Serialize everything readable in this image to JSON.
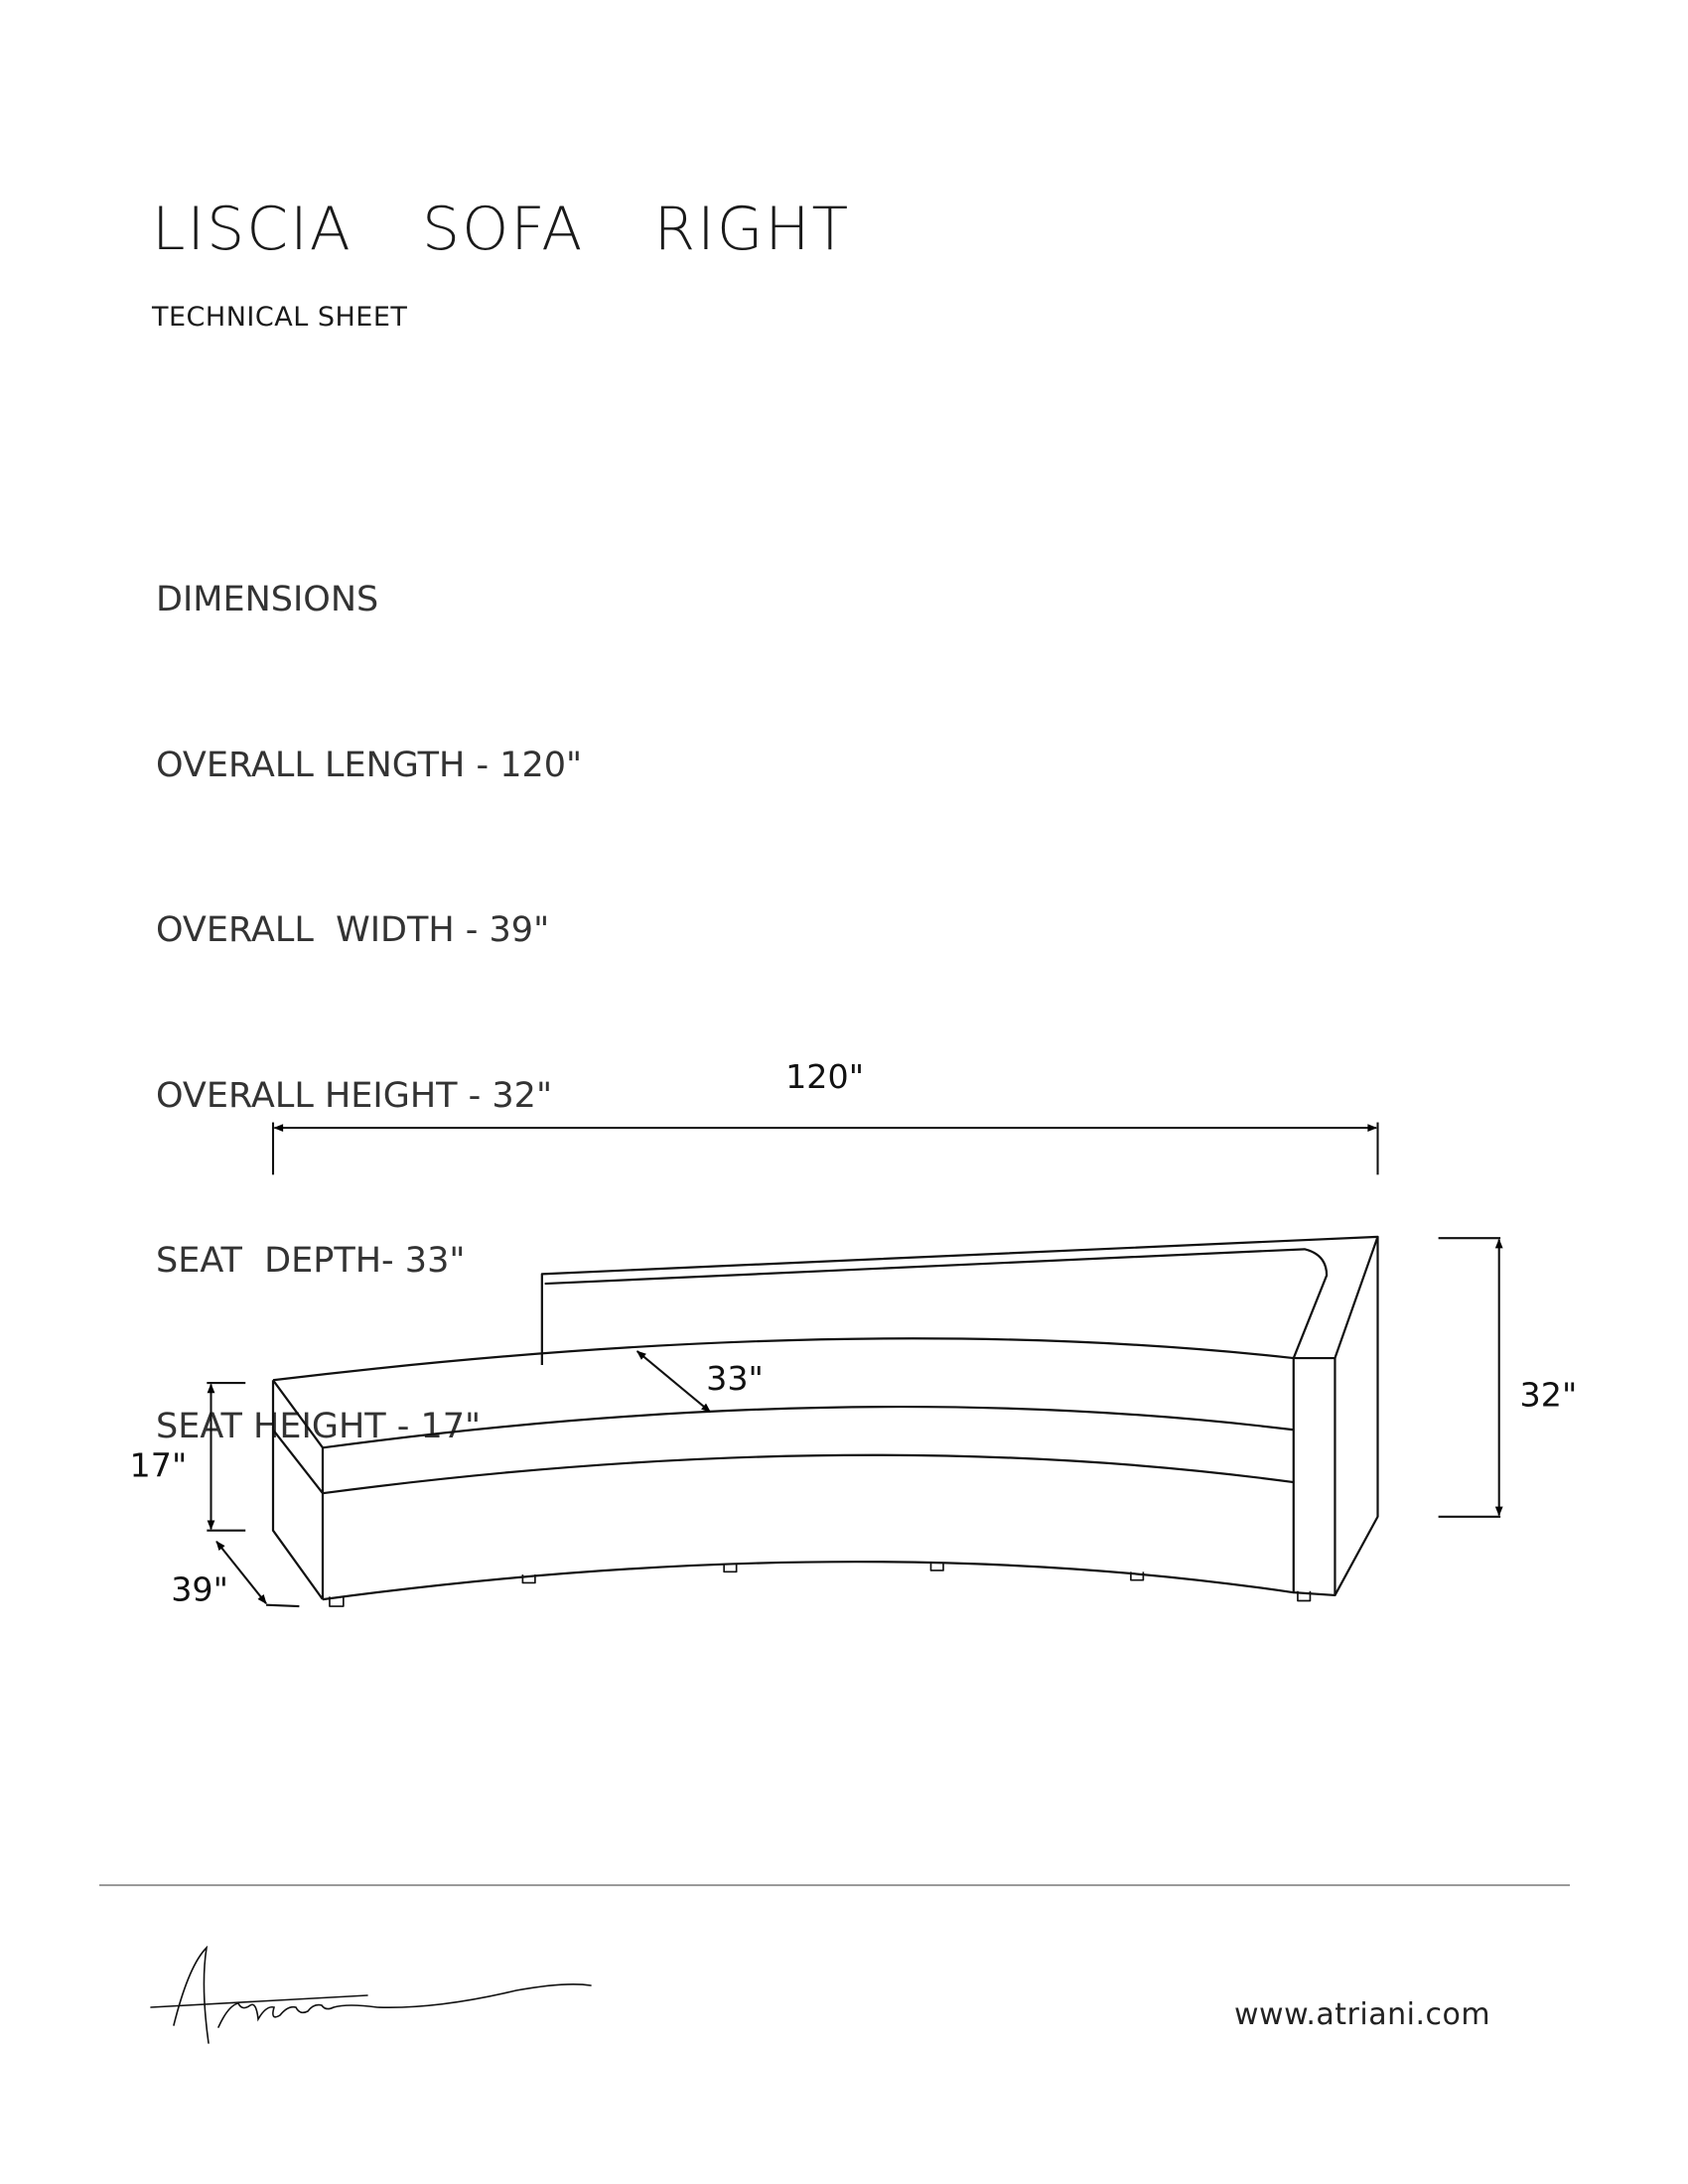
{
  "header": {
    "title": "LISCIA  SOFA  RIGHT",
    "subtitle": "TECHNICAL SHEET"
  },
  "dimensions": {
    "heading": "DIMENSIONS",
    "lines": [
      "OVERALL LENGTH - 120\"",
      "OVERALL  WIDTH - 39\"",
      "OVERALL HEIGHT - 32\"",
      "SEAT  DEPTH- 33\"",
      "SEAT HEIGHT - 17\""
    ]
  },
  "drawing": {
    "length_label": "120\"",
    "height_label": "32\"",
    "seat_depth_label": "33\"",
    "seat_height_label": "17\"",
    "width_label": "39\""
  },
  "footer": {
    "logo_text": "Atriani",
    "url": "www.atriani.com"
  }
}
